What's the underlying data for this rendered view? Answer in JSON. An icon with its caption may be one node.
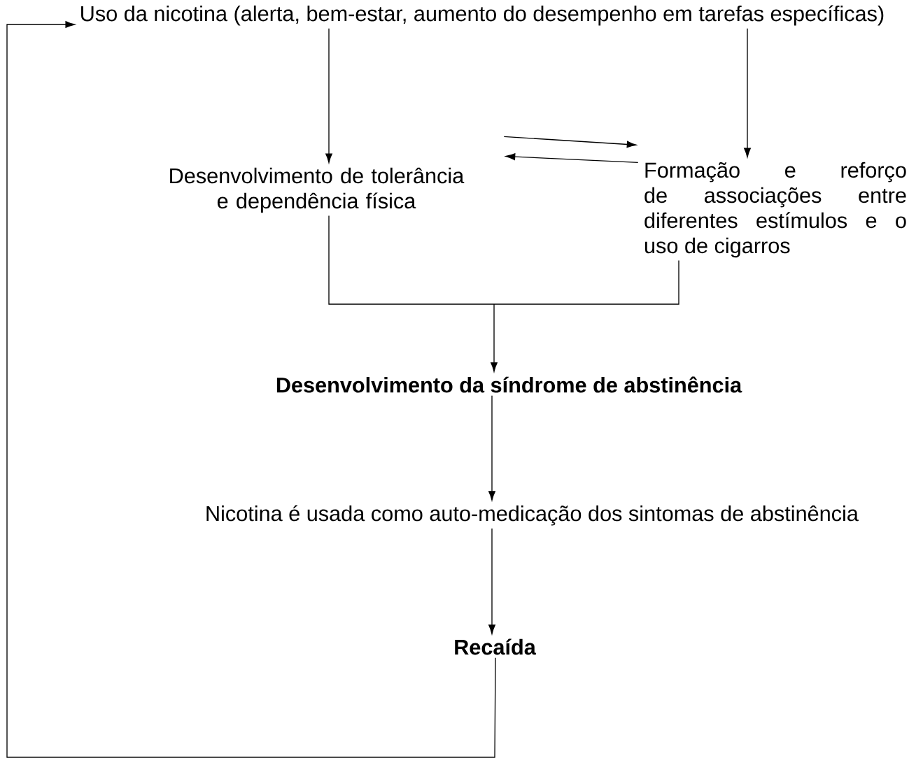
{
  "diagram": {
    "nodes": [
      {
        "text": [
          "Uso da nicotina (alerta, bem-estar, aumento do desempenho em tarefas específicas)"
        ]
      },
      {
        "text": [
          "Desenvolvimento de tolerância e dependência física"
        ]
      },
      {
        "text": [
          "Formação e reforço de associações entre diferentes estímulos e o uso de cigarros"
        ]
      },
      {
        "text": [
          "Desenvolvimento da síndrome de abstinência"
        ]
      },
      {
        "text": [
          "Nicotina é usada como auto-medicação dos sintomas de abstinência"
        ]
      },
      {
        "text": [
          "Recaída"
        ]
      }
    ],
    "edges": [
      {
        "from": 0,
        "to": 1,
        "arrow": "to"
      },
      {
        "from": 0,
        "to": 2,
        "arrow": "to"
      },
      {
        "from": 1,
        "to": 2,
        "arrow": "to"
      },
      {
        "from": 2,
        "to": 1,
        "arrow": "to"
      },
      {
        "from": 1,
        "to": 3,
        "arrow": "to"
      },
      {
        "from": 2,
        "to": 3,
        "arrow": "to"
      },
      {
        "from": 3,
        "to": 4,
        "arrow": "to"
      },
      {
        "from": 4,
        "to": 5,
        "arrow": "to"
      },
      {
        "from": 5,
        "to": 0,
        "arrow": "to"
      }
    ]
  }
}
